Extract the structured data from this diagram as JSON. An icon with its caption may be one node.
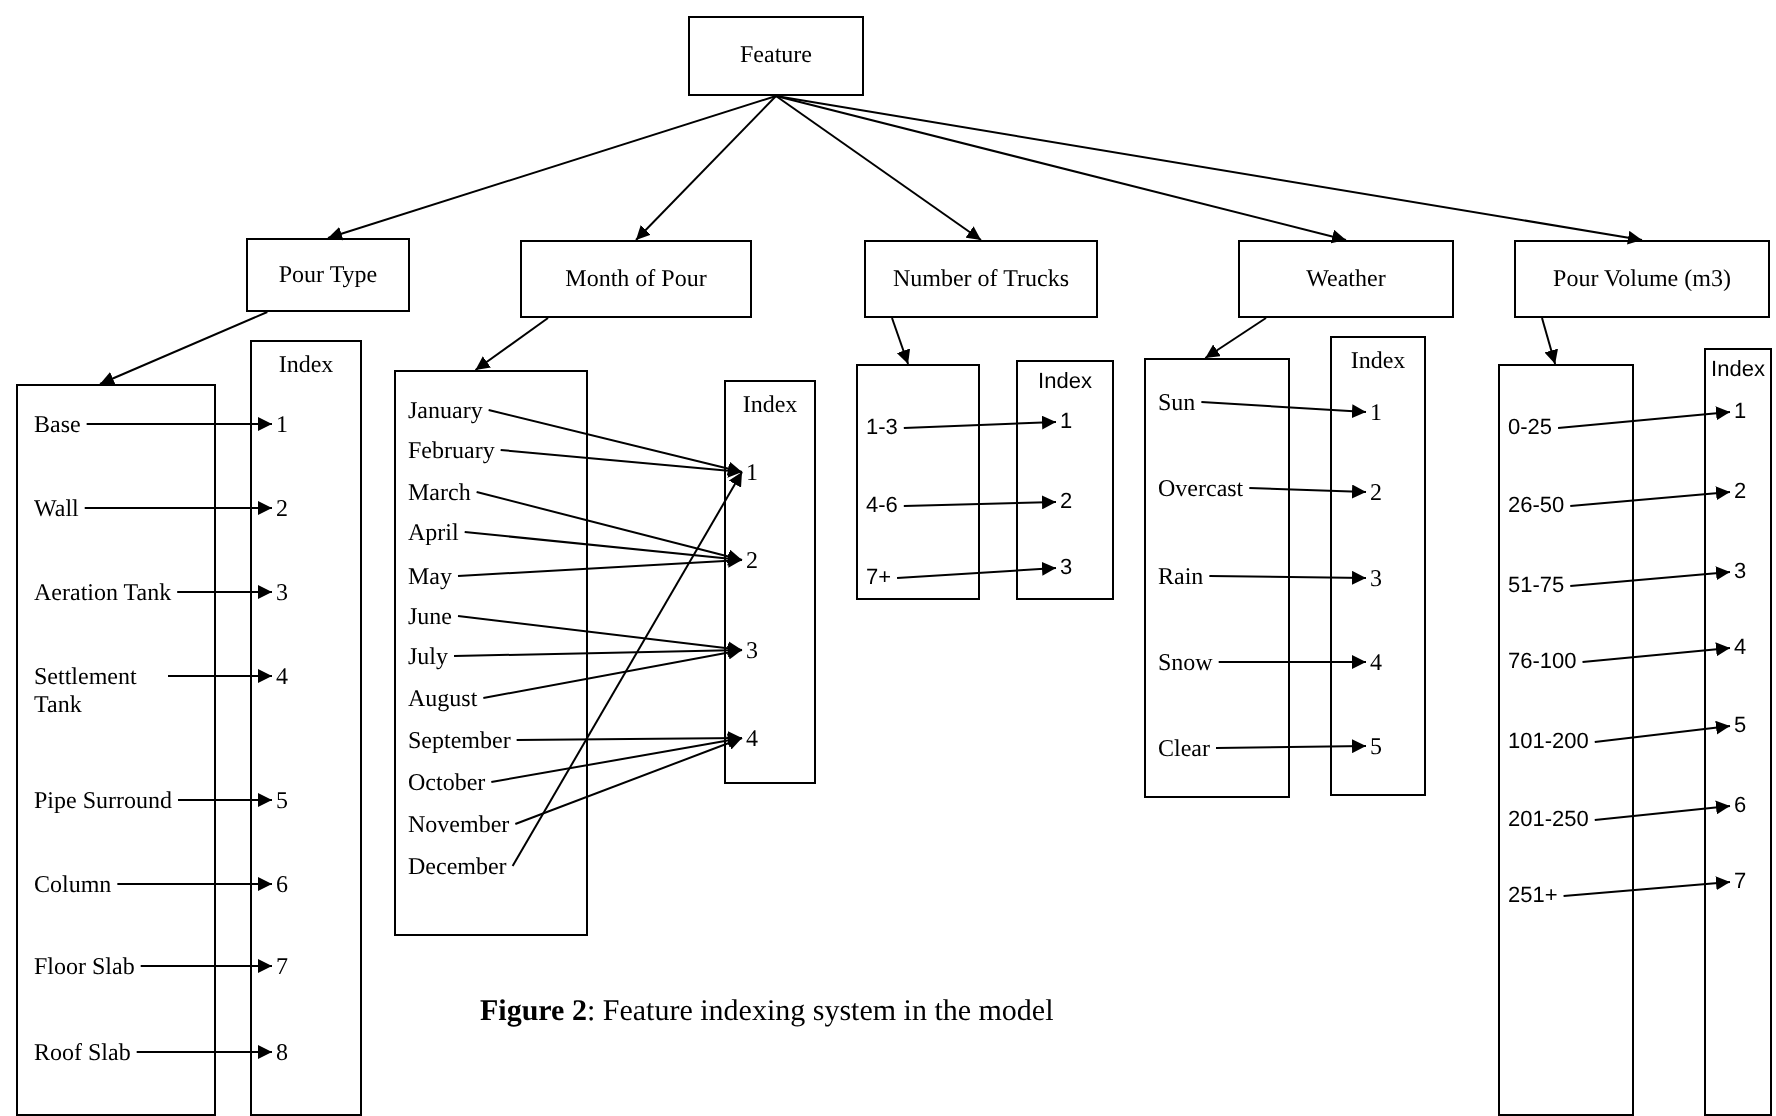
{
  "diagram": {
    "caption": "**Figure 2**: Feature indexing system in the model",
    "nodes": [
      {
        "text": [
          "Feature"
        ]
      },
      {
        "text": [
          "Pour Type"
        ]
      },
      {
        "text": [
          "Month of Pour"
        ]
      },
      {
        "text": [
          "Number of Trucks"
        ]
      },
      {
        "text": [
          "Weather"
        ]
      },
      {
        "text": [
          "Pour Volume (m3)"
        ]
      },
      {
        "text": [],
        "shape": "box"
      },
      {
        "text": [
          "Base"
        ],
        "in": 6
      },
      {
        "text": [
          "Wall"
        ],
        "in": 6
      },
      {
        "text": [
          "Aeration Tank"
        ],
        "in": 6
      },
      {
        "text": [
          "Settlement Tank"
        ],
        "in": 6
      },
      {
        "text": [
          "Pipe Surround"
        ],
        "in": 6
      },
      {
        "text": [
          "Column"
        ],
        "in": 6
      },
      {
        "text": [
          "Floor Slab"
        ],
        "in": 6
      },
      {
        "text": [
          "Roof Slab"
        ],
        "in": 6
      },
      {
        "text": [
          "Index"
        ]
      },
      {
        "text": [
          "1"
        ],
        "in": 15
      },
      {
        "text": [
          "2"
        ],
        "in": 15
      },
      {
        "text": [
          "3"
        ],
        "in": 15
      },
      {
        "text": [
          "4"
        ],
        "in": 15
      },
      {
        "text": [
          "5"
        ],
        "in": 15
      },
      {
        "text": [
          "6"
        ],
        "in": 15
      },
      {
        "text": [
          "7"
        ],
        "in": 15
      },
      {
        "text": [
          "8"
        ],
        "in": 15
      },
      {
        "text": [],
        "shape": "box"
      },
      {
        "text": [
          "January"
        ],
        "in": 24
      },
      {
        "text": [
          "February"
        ],
        "in": 24
      },
      {
        "text": [
          "March"
        ],
        "in": 24
      },
      {
        "text": [
          "April"
        ],
        "in": 24
      },
      {
        "text": [
          "May"
        ],
        "in": 24
      },
      {
        "text": [
          "June"
        ],
        "in": 24
      },
      {
        "text": [
          "July"
        ],
        "in": 24
      },
      {
        "text": [
          "August"
        ],
        "in": 24
      },
      {
        "text": [
          "September"
        ],
        "in": 24
      },
      {
        "text": [
          "October"
        ],
        "in": 24
      },
      {
        "text": [
          "November"
        ],
        "in": 24
      },
      {
        "text": [
          "December"
        ],
        "in": 24
      },
      {
        "text": [
          "Index"
        ]
      },
      {
        "text": [
          "1"
        ],
        "in": 37
      },
      {
        "text": [
          "2"
        ],
        "in": 37
      },
      {
        "text": [
          "3"
        ],
        "in": 37
      },
      {
        "text": [
          "4"
        ],
        "in": 37
      },
      {
        "text": [],
        "shape": "box"
      },
      {
        "text": [
          "1-3"
        ],
        "in": 42
      },
      {
        "text": [
          "4-6"
        ],
        "in": 42
      },
      {
        "text": [
          "7+"
        ],
        "in": 42
      },
      {
        "text": [
          "Index"
        ]
      },
      {
        "text": [
          "1"
        ],
        "in": 46
      },
      {
        "text": [
          "2"
        ],
        "in": 46
      },
      {
        "text": [
          "3"
        ],
        "in": 46
      },
      {
        "text": [],
        "shape": "box"
      },
      {
        "text": [
          "Sun"
        ],
        "in": 50
      },
      {
        "text": [
          "Overcast"
        ],
        "in": 50
      },
      {
        "text": [
          "Rain"
        ],
        "in": 50
      },
      {
        "text": [
          "Snow"
        ],
        "in": 50
      },
      {
        "text": [
          "Clear"
        ],
        "in": 50
      },
      {
        "text": [
          "Index"
        ]
      },
      {
        "text": [
          "1"
        ],
        "in": 56
      },
      {
        "text": [
          "2"
        ],
        "in": 56
      },
      {
        "text": [
          "3"
        ],
        "in": 56
      },
      {
        "text": [
          "4"
        ],
        "in": 56
      },
      {
        "text": [
          "5"
        ],
        "in": 56
      },
      {
        "text": [],
        "shape": "box"
      },
      {
        "text": [
          "0-25"
        ],
        "in": 62
      },
      {
        "text": [
          "26-50"
        ],
        "in": 62
      },
      {
        "text": [
          "51-75"
        ],
        "in": 62
      },
      {
        "text": [
          "76-100"
        ],
        "in": 62
      },
      {
        "text": [
          "101-200"
        ],
        "in": 62
      },
      {
        "text": [
          "201-250"
        ],
        "in": 62
      },
      {
        "text": [
          "251+"
        ],
        "in": 62
      },
      {
        "text": [
          "Index"
        ]
      },
      {
        "text": [
          "1"
        ],
        "in": 70
      },
      {
        "text": [
          "2"
        ],
        "in": 70
      },
      {
        "text": [
          "3"
        ],
        "in": 70
      },
      {
        "text": [
          "4"
        ],
        "in": 70
      },
      {
        "text": [
          "5"
        ],
        "in": 70
      },
      {
        "text": [
          "6"
        ],
        "in": 70
      },
      {
        "text": [
          "7"
        ],
        "in": 70
      }
    ],
    "edges": [
      {
        "from": 0,
        "to": 1,
        "arrow": "to"
      },
      {
        "from": 0,
        "to": 2,
        "arrow": "to"
      },
      {
        "from": 0,
        "to": 3,
        "arrow": "to"
      },
      {
        "from": 0,
        "to": 4,
        "arrow": "to"
      },
      {
        "from": 0,
        "to": 5,
        "arrow": "to"
      },
      {
        "from": 1,
        "to": 6,
        "arrow": "to"
      },
      {
        "from": 2,
        "to": 24,
        "arrow": "to"
      },
      {
        "from": 3,
        "to": 42,
        "arrow": "to"
      },
      {
        "from": 4,
        "to": 50,
        "arrow": "to"
      },
      {
        "from": 5,
        "to": 62,
        "arrow": "to"
      },
      {
        "from": 7,
        "to": 16,
        "arrow": "to"
      },
      {
        "from": 8,
        "to": 17,
        "arrow": "to"
      },
      {
        "from": 9,
        "to": 18,
        "arrow": "to"
      },
      {
        "from": 10,
        "to": 19,
        "arrow": "to"
      },
      {
        "from": 11,
        "to": 20,
        "arrow": "to"
      },
      {
        "from": 12,
        "to": 21,
        "arrow": "to"
      },
      {
        "from": 13,
        "to": 22,
        "arrow": "to"
      },
      {
        "from": 14,
        "to": 23,
        "arrow": "to"
      },
      {
        "from": 25,
        "to": 38,
        "arrow": "to"
      },
      {
        "from": 26,
        "to": 38,
        "arrow": "to"
      },
      {
        "from": 27,
        "to": 39,
        "arrow": "to"
      },
      {
        "from": 28,
        "to": 39,
        "arrow": "to"
      },
      {
        "from": 29,
        "to": 39,
        "arrow": "to"
      },
      {
        "from": 30,
        "to": 40,
        "arrow": "to"
      },
      {
        "from": 31,
        "to": 40,
        "arrow": "to"
      },
      {
        "from": 32,
        "to": 40,
        "arrow": "to"
      },
      {
        "from": 33,
        "to": 41,
        "arrow": "to"
      },
      {
        "from": 34,
        "to": 41,
        "arrow": "to"
      },
      {
        "from": 35,
        "to": 41,
        "arrow": "to"
      },
      {
        "from": 36,
        "to": 38,
        "arrow": "to"
      },
      {
        "from": 43,
        "to": 47,
        "arrow": "to"
      },
      {
        "from": 44,
        "to": 48,
        "arrow": "to"
      },
      {
        "from": 45,
        "to": 49,
        "arrow": "to"
      },
      {
        "from": 51,
        "to": 57,
        "arrow": "to"
      },
      {
        "from": 52,
        "to": 58,
        "arrow": "to"
      },
      {
        "from": 53,
        "to": 59,
        "arrow": "to"
      },
      {
        "from": 54,
        "to": 60,
        "arrow": "to"
      },
      {
        "from": 55,
        "to": 61,
        "arrow": "to"
      },
      {
        "from": 63,
        "to": 71,
        "arrow": "to"
      },
      {
        "from": 64,
        "to": 72,
        "arrow": "to"
      },
      {
        "from": 65,
        "to": 73,
        "arrow": "to"
      },
      {
        "from": 66,
        "to": 74,
        "arrow": "to"
      },
      {
        "from": 67,
        "to": 75,
        "arrow": "to"
      },
      {
        "from": 68,
        "to": 76,
        "arrow": "to"
      },
      {
        "from": 69,
        "to": 77,
        "arrow": "to"
      }
    ]
  }
}
